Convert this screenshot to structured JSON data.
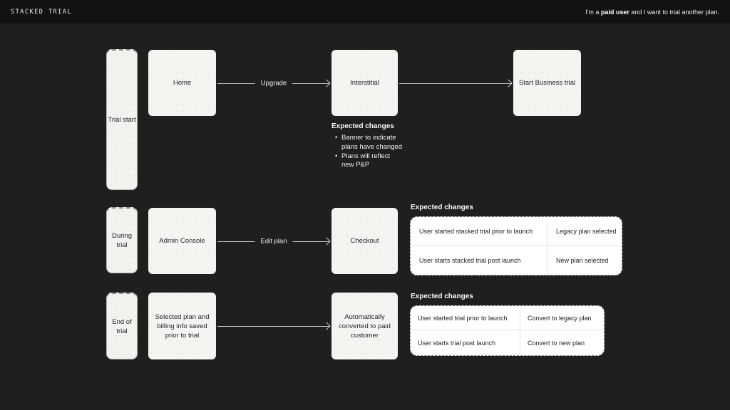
{
  "header": {
    "title": "STACKED TRIAL",
    "note_prefix": "I'm a ",
    "note_bold": "paid user",
    "note_suffix": " and I want to trial another plan."
  },
  "lanes": {
    "trial_start": "Trial start",
    "during_trial": "During trial",
    "end_of_trial": "End of trial"
  },
  "nodes": {
    "home": "Home",
    "interstitial": "Interstitial",
    "start_business_trial": "Start Business trial",
    "admin_console": "Admin Console",
    "checkout": "Checkout",
    "selected_plan": "Selected plan and billing info saved prior to trial",
    "auto_converted": "Automatically converted to paid customer"
  },
  "arrows": {
    "upgrade": "Upgrade",
    "edit_plan": "Edit plan"
  },
  "annotations": {
    "interstitial": {
      "heading": "Expected changes",
      "bullets": [
        "Banner to indicate plans have changed",
        "Plans will reflect new P&P"
      ]
    },
    "during_trial": {
      "heading": "Expected changes",
      "rows": [
        [
          "User started stacked trial prior to launch",
          "Legacy plan selected"
        ],
        [
          "User starts stacked trial post launch",
          "New plan selected"
        ]
      ]
    },
    "end_of_trial": {
      "heading": "Expected changes",
      "rows": [
        [
          "User started trial prior to launch",
          "Convert to legacy plan"
        ],
        [
          "User starts trial post launch",
          "Convert to  new plan"
        ]
      ]
    }
  },
  "colors": {
    "canvas_bg": "#1f1f1f",
    "header_bg": "#121212",
    "card_fill": "#f4f4f1",
    "table_fill": "#ffffff",
    "arrow": "#cfcfcf",
    "text_light": "#f2f2f2",
    "text_dark": "#262626"
  }
}
